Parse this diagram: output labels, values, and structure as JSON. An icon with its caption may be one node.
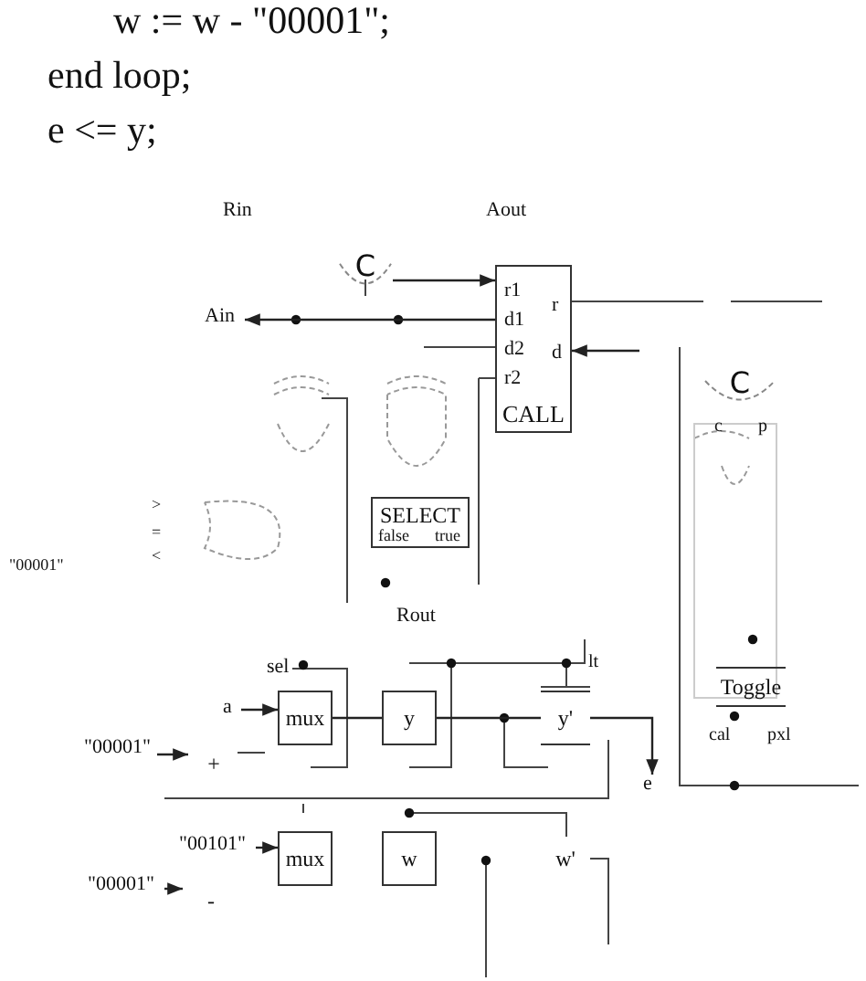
{
  "diagram": {
    "nodes": [
      {
        "text": [
          "Ain"
        ]
      },
      {
        "text": [
          "C"
        ]
      },
      {
        "text": [
          "r1",
          "d1",
          "d2",
          "r2",
          "CALL",
          "r",
          "d"
        ]
      },
      {
        "text": [
          "SELECT",
          "false",
          "true"
        ]
      },
      {
        "text": [
          "C"
        ],
        "beside": [
          "c",
          "p"
        ]
      },
      {
        "text": [
          "Toggle"
        ]
      },
      {
        "text": [
          "mux"
        ]
      },
      {
        "text": [
          "y"
        ]
      },
      {
        "text": [
          "y'"
        ]
      },
      {
        "text": [
          "+"
        ]
      },
      {
        "text": [
          "mux"
        ]
      },
      {
        "text": [
          "w"
        ]
      },
      {
        "text": [
          "w'"
        ]
      },
      {
        "text": [
          "-"
        ]
      },
      {
        "text": [
          "\"00001\""
        ]
      },
      {
        "text": [
          "a"
        ]
      },
      {
        "text": [
          "e"
        ]
      },
      {
        "text": [
          "\"00101\""
        ]
      },
      {
        "text": [
          "\"00001\""
        ]
      }
    ],
    "edges": [
      {
        "from": 2,
        "to": 0,
        "arrow": "to"
      },
      {
        "from": 1,
        "to": 2,
        "arrow": "to"
      },
      {
        "from": null,
        "to": 2,
        "arrow": "to"
      },
      {
        "from": 14,
        "to": 9,
        "arrow": "to"
      },
      {
        "from": 15,
        "to": 6,
        "arrow": "to"
      },
      {
        "from": 8,
        "to": 16,
        "arrow": "to"
      },
      {
        "from": 17,
        "to": 10,
        "arrow": "to"
      },
      {
        "from": 18,
        "to": 13,
        "arrow": "to"
      },
      {
        "from": 7,
        "to": 8,
        "arrow": "none"
      },
      {
        "from": 6,
        "to": 7,
        "arrow": "none"
      }
    ],
    "labels": [
      "w := w - \"00001\";",
      "end loop;",
      "e <= y;",
      "Rin",
      "Aout",
      "\"00001\"",
      ">",
      "=",
      "<",
      "Rout",
      "sel",
      "lt",
      "cal",
      "pxl"
    ]
  }
}
